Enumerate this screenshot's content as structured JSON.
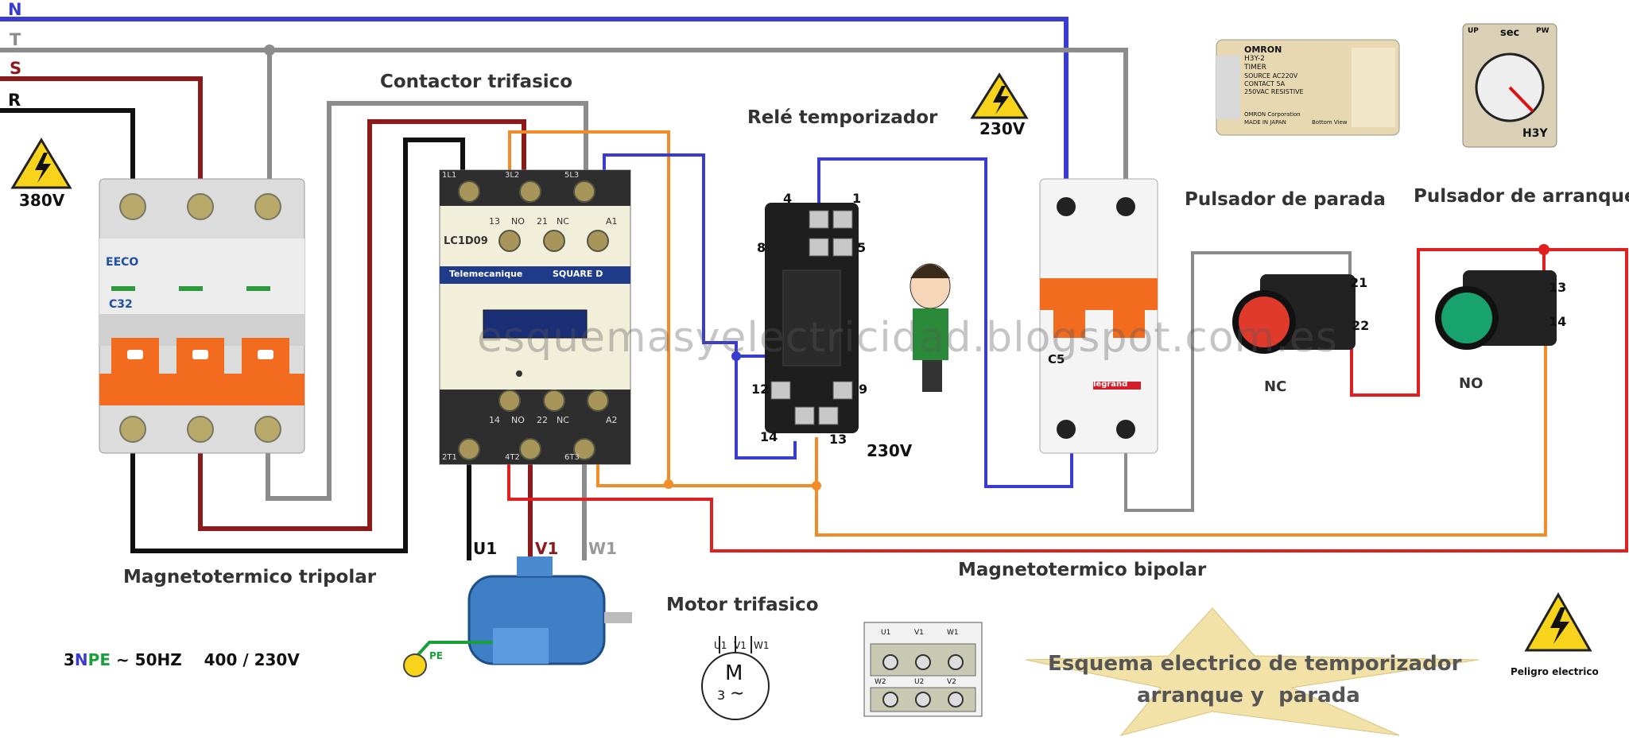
{
  "phases": {
    "n": "N",
    "t": "T",
    "s": "S",
    "r": "R"
  },
  "colors": {
    "neutral": "#3a3ccf",
    "t": "#8c8c8c",
    "s": "#8b1a1a",
    "r": "#000000",
    "control_orange": "#f28c28",
    "control_red": "#e02020",
    "control_blue": "#3a3ccf",
    "switch_orange": "#f26b1f",
    "accent_yellow": "#f7d31c"
  },
  "labels": {
    "contactor": "Contactor trifasico",
    "relay": "Relé temporizador",
    "breaker3": "Magnetotermico tripolar",
    "breaker2": "Magnetotermico bipolar",
    "stop": "Pulsador de parada",
    "start": "Pulsador de arranque",
    "motor": "Motor trifasico",
    "nc": "NC",
    "no": "NO",
    "v380": "380V",
    "v230_top": "230V",
    "v230_relay": "230V",
    "u1": "U1",
    "v1": "V1",
    "w1": "W1",
    "stop_t1": "21",
    "stop_t2": "22",
    "start_t1": "13",
    "start_t2": "14",
    "watermark": "esquemasyelectricidad.blogspot.com.es",
    "title_line1": "Esquema electrico de temporizador",
    "title_line2": "arranque y  parada",
    "danger": "Peligro electrico",
    "pe": "PE",
    "supply_3": "3",
    "supply_n": "N",
    "supply_pe": "PE",
    "supply_rest": " ∼ 50HZ    400 / 230V"
  },
  "breaker3": {
    "brand": "EECO",
    "model": "C32"
  },
  "breaker2": {
    "model": "C5",
    "brand": "legrand"
  },
  "contactor": {
    "model": "LC1D09",
    "brand": "Telemecanique",
    "brand2": "SQUARE D",
    "top": [
      "1L1",
      "3L2",
      "5L3",
      "13",
      "NO",
      "21",
      "NC",
      "A1"
    ],
    "bottom": [
      "14",
      "NO",
      "22",
      "NC",
      "A2",
      "2T1",
      "4T2",
      "6T3"
    ]
  },
  "relay": {
    "pins": [
      "4",
      "1",
      "8",
      "5",
      "12",
      "9",
      "14",
      "13"
    ]
  },
  "timer": {
    "brand": "OMRON",
    "model": "H3Y-2",
    "type": "TIMER",
    "source": "SOURCE  AC220V",
    "contact": "CONTACT    5A",
    "resistive": "250VAC RESISTIVE",
    "made": "MADE IN JAPAN",
    "corp": "OMRON Corporation",
    "bottom": "Bottom View",
    "dial_top_left": "UP",
    "dial_top_mid": "sec",
    "dial_top_right": "PW",
    "dial_bottom": "H3Y"
  },
  "motor_symbol": {
    "u": "U1",
    "v": "V1",
    "w": "W1",
    "m": "M",
    "n": "3"
  },
  "terminal_box": {
    "top": [
      "U1",
      "V1",
      "W1"
    ],
    "bottom": [
      "W2",
      "U2",
      "V2"
    ]
  }
}
